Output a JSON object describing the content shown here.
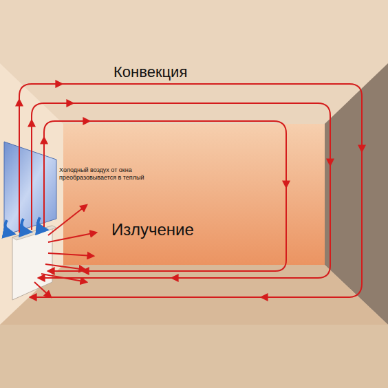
{
  "diagram": {
    "labels": [
      "Конвекция",
      "Холодный воздух от окна преобразовывается в теплый",
      "Излучение"
    ]
  }
}
